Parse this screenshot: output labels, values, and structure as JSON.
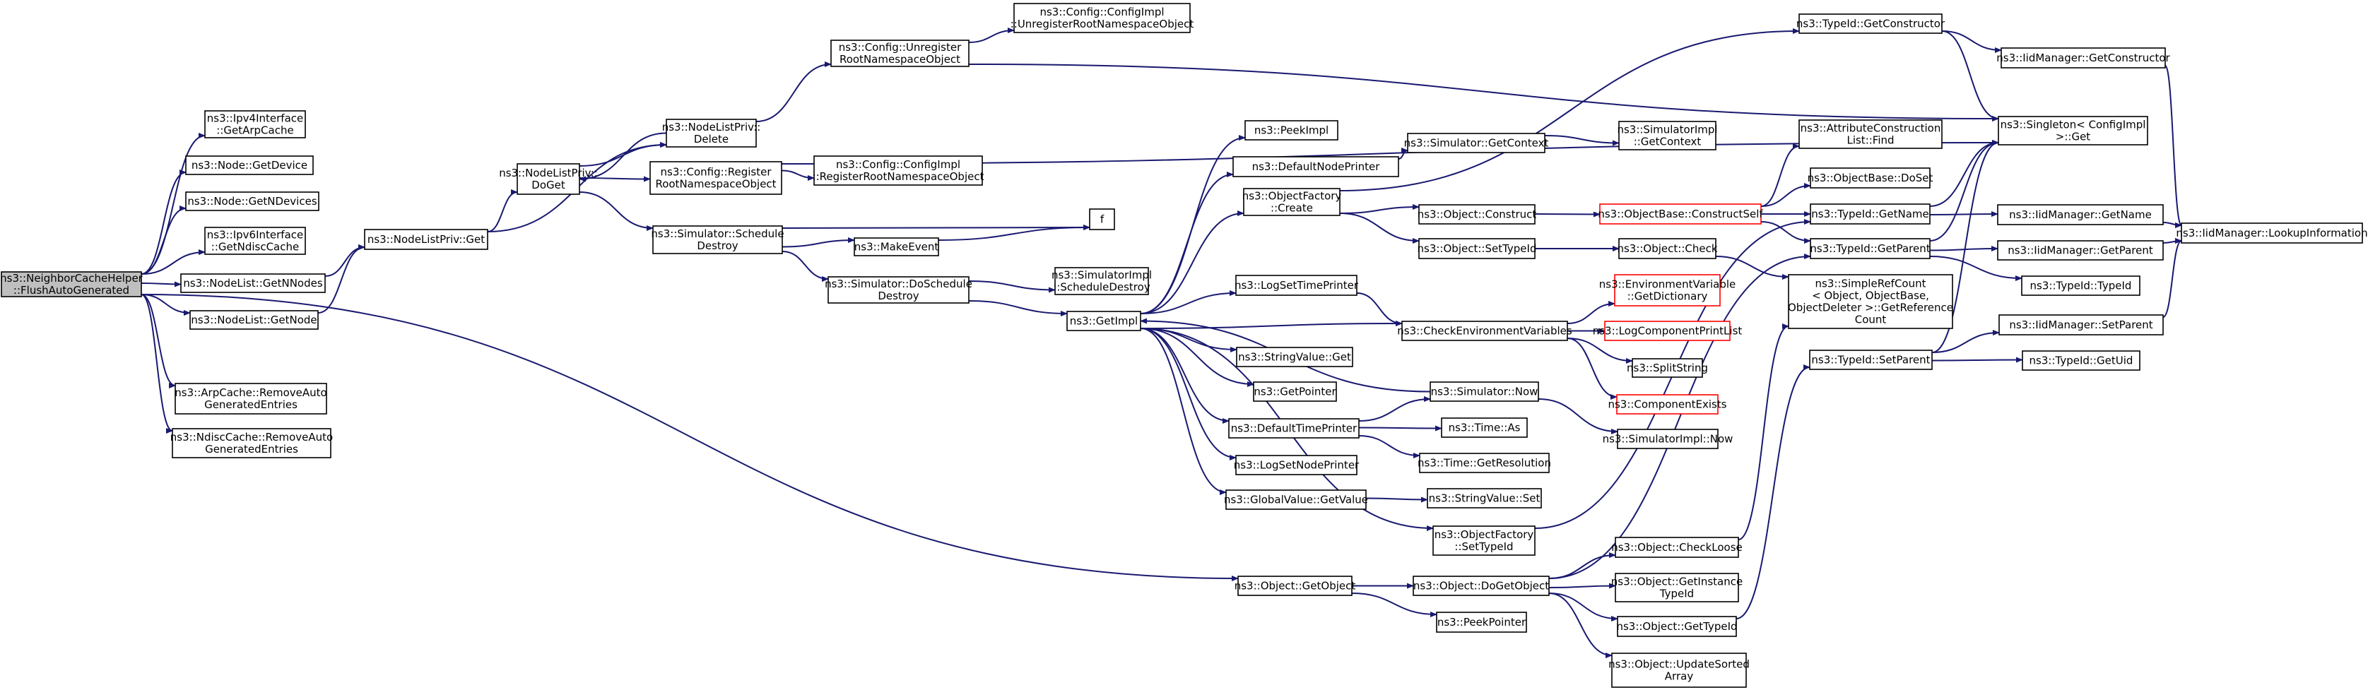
{
  "diagram": {
    "type": "call-graph",
    "colors": {
      "edge": "#191970",
      "root_fill": "#bfbfbf",
      "truncated_border": "#ff0000",
      "node_border": "#000000"
    },
    "nodes": [
      {
        "id": "root",
        "lines": [
          "ns3::NeighborCacheHelper",
          "::FlushAutoGenerated"
        ],
        "root": true
      },
      {
        "id": "ipv4_getarpcache",
        "lines": [
          "ns3::Ipv4Interface",
          "::GetArpCache"
        ]
      },
      {
        "id": "node_getdevice",
        "lines": [
          "ns3::Node::GetDevice"
        ]
      },
      {
        "id": "node_getndevices",
        "lines": [
          "ns3::Node::GetNDevices"
        ]
      },
      {
        "id": "ipv6_getndisccache",
        "lines": [
          "ns3::Ipv6Interface",
          "::GetNdiscCache"
        ]
      },
      {
        "id": "nodelist_getnnodes",
        "lines": [
          "ns3::NodeList::GetNNodes"
        ]
      },
      {
        "id": "nodelist_getnode",
        "lines": [
          "ns3::NodeList::GetNode"
        ]
      },
      {
        "id": "arpcache_remove",
        "lines": [
          "ns3::ArpCache::RemoveAuto",
          "GeneratedEntries"
        ]
      },
      {
        "id": "ndisccache_remove",
        "lines": [
          "ns3::NdiscCache::RemoveAuto",
          "GeneratedEntries"
        ]
      },
      {
        "id": "nodelistpriv_get",
        "lines": [
          "ns3::NodeListPriv::Get"
        ]
      },
      {
        "id": "nodelistpriv_doget",
        "lines": [
          "ns3::NodeListPriv::",
          "DoGet"
        ]
      },
      {
        "id": "nodelistpriv_delete",
        "lines": [
          "ns3::NodeListPriv::",
          "Delete"
        ]
      },
      {
        "id": "config_unregister",
        "lines": [
          "ns3::Config::Unregister",
          "RootNamespaceObject"
        ]
      },
      {
        "id": "configimpl_unregister",
        "lines": [
          "ns3::Config::ConfigImpl",
          "::UnregisterRootNamespaceObject"
        ]
      },
      {
        "id": "config_register",
        "lines": [
          "ns3::Config::Register",
          "RootNamespaceObject"
        ]
      },
      {
        "id": "configimpl_register",
        "lines": [
          "ns3::Config::ConfigImpl",
          "::RegisterRootNamespaceObject"
        ]
      },
      {
        "id": "sim_scheduledestroy",
        "lines": [
          "ns3::Simulator::Schedule",
          "Destroy"
        ]
      },
      {
        "id": "makeevent",
        "lines": [
          "ns3::MakeEvent"
        ]
      },
      {
        "id": "f",
        "lines": [
          "f"
        ]
      },
      {
        "id": "sim_doscheduledestroy",
        "lines": [
          "ns3::Simulator::DoSchedule",
          "Destroy"
        ]
      },
      {
        "id": "simimpl_scheduledestroy",
        "lines": [
          "ns3::SimulatorImpl",
          "::ScheduleDestroy"
        ]
      },
      {
        "id": "getimpl",
        "lines": [
          "ns3::GetImpl"
        ]
      },
      {
        "id": "peekimpl",
        "lines": [
          "ns3::PeekImpl"
        ]
      },
      {
        "id": "defaultnodeprinter",
        "lines": [
          "ns3::DefaultNodePrinter"
        ]
      },
      {
        "id": "sim_getcontext",
        "lines": [
          "ns3::Simulator::GetContext"
        ]
      },
      {
        "id": "simimpl_getcontext",
        "lines": [
          "ns3::SimulatorImpl",
          "::GetContext"
        ]
      },
      {
        "id": "objfactory_create",
        "lines": [
          "ns3::ObjectFactory",
          "::Create"
        ]
      },
      {
        "id": "object_construct",
        "lines": [
          "ns3::Object::Construct"
        ]
      },
      {
        "id": "objectbase_constructself",
        "lines": [
          "ns3::ObjectBase::ConstructSelf"
        ],
        "truncated": true
      },
      {
        "id": "object_settypeid",
        "lines": [
          "ns3::Object::SetTypeId"
        ]
      },
      {
        "id": "object_check",
        "lines": [
          "ns3::Object::Check"
        ]
      },
      {
        "id": "logsettimeprinter",
        "lines": [
          "ns3::LogSetTimePrinter"
        ]
      },
      {
        "id": "checkenvvars",
        "lines": [
          "ns3::CheckEnvironmentVariables"
        ]
      },
      {
        "id": "envvar_getdictionary",
        "lines": [
          "ns3::EnvironmentVariable",
          "::GetDictionary"
        ],
        "truncated": true
      },
      {
        "id": "logcomponentprintlist",
        "lines": [
          "ns3::LogComponentPrintList"
        ],
        "truncated": true
      },
      {
        "id": "splitstring",
        "lines": [
          "ns3::SplitString"
        ]
      },
      {
        "id": "componentexists",
        "lines": [
          "ns3::ComponentExists"
        ],
        "truncated": true
      },
      {
        "id": "stringvalue_get",
        "lines": [
          "ns3::StringValue::Get"
        ]
      },
      {
        "id": "getpointer",
        "lines": [
          "ns3::GetPointer"
        ]
      },
      {
        "id": "defaulttimeprinter",
        "lines": [
          "ns3::DefaultTimePrinter"
        ]
      },
      {
        "id": "sim_now",
        "lines": [
          "ns3::Simulator::Now"
        ]
      },
      {
        "id": "time_as",
        "lines": [
          "ns3::Time::As"
        ]
      },
      {
        "id": "time_getresolution",
        "lines": [
          "ns3::Time::GetResolution"
        ]
      },
      {
        "id": "simimpl_now",
        "lines": [
          "ns3::SimulatorImpl::Now"
        ]
      },
      {
        "id": "logsetnodeprinter",
        "lines": [
          "ns3::LogSetNodePrinter"
        ]
      },
      {
        "id": "globalvalue_getvalue",
        "lines": [
          "ns3::GlobalValue::GetValue"
        ]
      },
      {
        "id": "stringvalue_set",
        "lines": [
          "ns3::StringValue::Set"
        ]
      },
      {
        "id": "objfactory_settypeid",
        "lines": [
          "ns3::ObjectFactory",
          "::SetTypeId"
        ]
      },
      {
        "id": "object_getobject",
        "lines": [
          "ns3::Object::GetObject"
        ]
      },
      {
        "id": "object_dogetobject",
        "lines": [
          "ns3::Object::DoGetObject"
        ]
      },
      {
        "id": "peekpointer",
        "lines": [
          "ns3::PeekPointer"
        ]
      },
      {
        "id": "object_checkloose",
        "lines": [
          "ns3::Object::CheckLoose"
        ]
      },
      {
        "id": "object_getinstancetypeid",
        "lines": [
          "ns3::Object::GetInstance",
          "TypeId"
        ]
      },
      {
        "id": "object_gettypeid",
        "lines": [
          "ns3::Object::GetTypeId"
        ]
      },
      {
        "id": "object_updatesortedarray",
        "lines": [
          "ns3::Object::UpdateSorted",
          "Array"
        ]
      },
      {
        "id": "typeid_getconstructor",
        "lines": [
          "ns3::TypeId::GetConstructor"
        ]
      },
      {
        "id": "iidmanager_getconstructor",
        "lines": [
          "ns3::IidManager::GetConstructor"
        ]
      },
      {
        "id": "singleton_get",
        "lines": [
          "ns3::Singleton< ConfigImpl",
          " >::Get"
        ]
      },
      {
        "id": "attrconstructionlist_find",
        "lines": [
          "ns3::AttributeConstruction",
          "List::Find"
        ]
      },
      {
        "id": "objectbase_doset",
        "lines": [
          "ns3::ObjectBase::DoSet"
        ]
      },
      {
        "id": "typeid_getname",
        "lines": [
          "ns3::TypeId::GetName"
        ]
      },
      {
        "id": "iidmanager_getname",
        "lines": [
          "ns3::IidManager::GetName"
        ]
      },
      {
        "id": "typeid_getparent",
        "lines": [
          "ns3::TypeId::GetParent"
        ]
      },
      {
        "id": "iidmanager_getparent",
        "lines": [
          "ns3::IidManager::GetParent"
        ]
      },
      {
        "id": "typeid_typeid",
        "lines": [
          "ns3::TypeId::TypeId"
        ]
      },
      {
        "id": "simplerefcount",
        "lines": [
          "ns3::SimpleRefCount",
          "< Object, ObjectBase,",
          "ObjectDeleter >::GetReference",
          "Count"
        ]
      },
      {
        "id": "typeid_setparent",
        "lines": [
          "ns3::TypeId::SetParent"
        ]
      },
      {
        "id": "iidmanager_setparent",
        "lines": [
          "ns3::IidManager::SetParent"
        ]
      },
      {
        "id": "typeid_getuid",
        "lines": [
          "ns3::TypeId::GetUid"
        ]
      },
      {
        "id": "iidmanager_lookupinformation",
        "lines": [
          "ns3::IidManager::LookupInformation"
        ]
      }
    ],
    "edges": [
      [
        "root",
        "ipv4_getarpcache"
      ],
      [
        "root",
        "node_getdevice"
      ],
      [
        "root",
        "node_getndevices"
      ],
      [
        "root",
        "ipv6_getndisccache"
      ],
      [
        "root",
        "nodelist_getnnodes"
      ],
      [
        "root",
        "nodelist_getnode"
      ],
      [
        "root",
        "arpcache_remove"
      ],
      [
        "root",
        "ndisccache_remove"
      ],
      [
        "root",
        "object_getobject"
      ],
      [
        "nodelist_getnnodes",
        "nodelistpriv_get"
      ],
      [
        "nodelist_getnode",
        "nodelistpriv_get"
      ],
      [
        "nodelistpriv_get",
        "nodelistpriv_doget"
      ],
      [
        "nodelistpriv_get",
        "nodelistpriv_delete"
      ],
      [
        "nodelistpriv_doget",
        "nodelistpriv_delete"
      ],
      [
        "nodelistpriv_delete",
        "nodelistpriv_doget"
      ],
      [
        "nodelistpriv_doget",
        "config_register"
      ],
      [
        "nodelistpriv_doget",
        "sim_scheduledestroy"
      ],
      [
        "nodelistpriv_delete",
        "config_unregister"
      ],
      [
        "config_unregister",
        "configimpl_unregister"
      ],
      [
        "config_unregister",
        "singleton_get"
      ],
      [
        "config_register",
        "configimpl_register"
      ],
      [
        "config_register",
        "singleton_get"
      ],
      [
        "sim_scheduledestroy",
        "f"
      ],
      [
        "sim_scheduledestroy",
        "makeevent"
      ],
      [
        "sim_scheduledestroy",
        "sim_doscheduledestroy"
      ],
      [
        "makeevent",
        "f"
      ],
      [
        "sim_doscheduledestroy",
        "simimpl_scheduledestroy"
      ],
      [
        "sim_doscheduledestroy",
        "getimpl"
      ],
      [
        "getimpl",
        "peekimpl"
      ],
      [
        "getimpl",
        "defaultnodeprinter"
      ],
      [
        "getimpl",
        "objfactory_create"
      ],
      [
        "getimpl",
        "logsettimeprinter"
      ],
      [
        "getimpl",
        "stringvalue_get"
      ],
      [
        "getimpl",
        "getpointer"
      ],
      [
        "getimpl",
        "defaulttimeprinter"
      ],
      [
        "getimpl",
        "logsetnodeprinter"
      ],
      [
        "getimpl",
        "globalvalue_getvalue"
      ],
      [
        "getimpl",
        "objfactory_settypeid"
      ],
      [
        "getimpl",
        "checkenvvars"
      ],
      [
        "defaultnodeprinter",
        "sim_getcontext"
      ],
      [
        "sim_getcontext",
        "simimpl_getcontext"
      ],
      [
        "objfactory_create",
        "object_construct"
      ],
      [
        "objfactory_create",
        "object_settypeid"
      ],
      [
        "objfactory_create",
        "typeid_getconstructor"
      ],
      [
        "object_construct",
        "objectbase_constructself"
      ],
      [
        "objectbase_constructself",
        "attrconstructionlist_find"
      ],
      [
        "objectbase_constructself",
        "objectbase_doset"
      ],
      [
        "objectbase_constructself",
        "typeid_getname"
      ],
      [
        "objectbase_constructself",
        "typeid_getparent"
      ],
      [
        "object_settypeid",
        "object_check"
      ],
      [
        "object_check",
        "simplerefcount"
      ],
      [
        "logsettimeprinter",
        "checkenvvars"
      ],
      [
        "checkenvvars",
        "envvar_getdictionary"
      ],
      [
        "checkenvvars",
        "logcomponentprintlist"
      ],
      [
        "checkenvvars",
        "splitstring"
      ],
      [
        "checkenvvars",
        "componentexists"
      ],
      [
        "defaulttimeprinter",
        "sim_now"
      ],
      [
        "defaulttimeprinter",
        "time_as"
      ],
      [
        "defaulttimeprinter",
        "time_getresolution"
      ],
      [
        "sim_now",
        "simimpl_now"
      ],
      [
        "sim_now",
        "getimpl"
      ],
      [
        "globalvalue_getvalue",
        "stringvalue_set"
      ],
      [
        "objfactory_settypeid",
        "typeid_getname"
      ],
      [
        "object_getobject",
        "object_dogetobject"
      ],
      [
        "object_getobject",
        "peekpointer"
      ],
      [
        "object_dogetobject",
        "object_checkloose"
      ],
      [
        "object_dogetobject",
        "object_getinstancetypeid"
      ],
      [
        "object_dogetobject",
        "object_gettypeid"
      ],
      [
        "object_dogetobject",
        "object_updatesortedarray"
      ],
      [
        "object_dogetobject",
        "typeid_getparent"
      ],
      [
        "object_checkloose",
        "simplerefcount"
      ],
      [
        "object_gettypeid",
        "typeid_setparent"
      ],
      [
        "typeid_getconstructor",
        "iidmanager_getconstructor"
      ],
      [
        "typeid_getconstructor",
        "singleton_get"
      ],
      [
        "iidmanager_getconstructor",
        "iidmanager_lookupinformation"
      ],
      [
        "typeid_getname",
        "iidmanager_getname"
      ],
      [
        "typeid_getname",
        "singleton_get"
      ],
      [
        "typeid_getparent",
        "iidmanager_getparent"
      ],
      [
        "typeid_getparent",
        "typeid_typeid"
      ],
      [
        "typeid_getparent",
        "singleton_get"
      ],
      [
        "iidmanager_getname",
        "iidmanager_lookupinformation"
      ],
      [
        "iidmanager_getparent",
        "iidmanager_lookupinformation"
      ],
      [
        "typeid_setparent",
        "iidmanager_setparent"
      ],
      [
        "typeid_setparent",
        "typeid_getuid"
      ],
      [
        "typeid_setparent",
        "singleton_get"
      ],
      [
        "iidmanager_setparent",
        "iidmanager_lookupinformation"
      ]
    ]
  }
}
